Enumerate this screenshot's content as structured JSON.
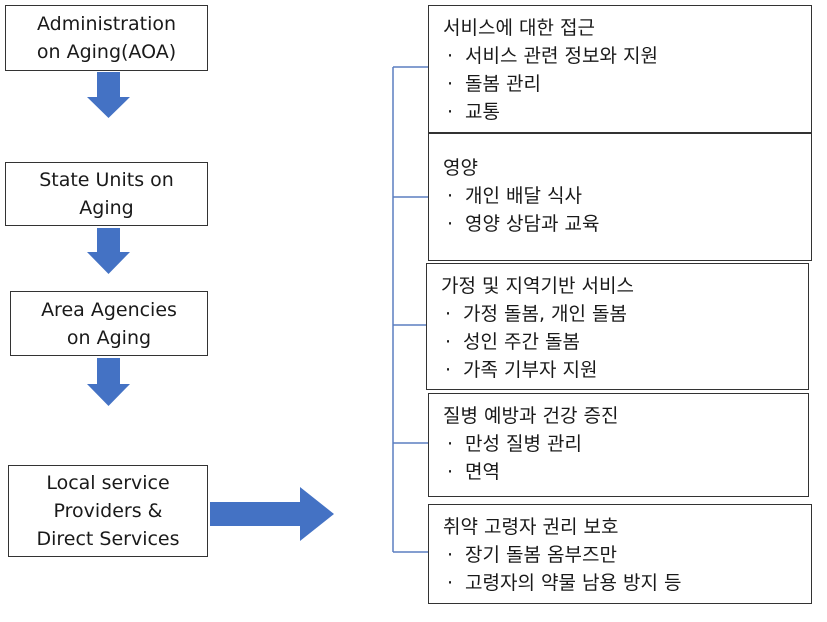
{
  "hierarchy": [
    {
      "id": "aoa",
      "lines": [
        "Administration",
        "on Aging(AOA)"
      ]
    },
    {
      "id": "state",
      "lines": [
        "State Units on",
        "Aging"
      ]
    },
    {
      "id": "area",
      "lines": [
        "Area Agencies",
        "on Aging"
      ]
    },
    {
      "id": "local",
      "lines": [
        "Local service",
        "Providers &",
        "Direct Services"
      ]
    }
  ],
  "services": [
    {
      "title": "서비스에 대한 접근",
      "items": [
        "서비스 관련 정보와 지원",
        "돌봄 관리",
        "교통"
      ]
    },
    {
      "title": "영양",
      "items": [
        "개인 배달 식사",
        "영양 상담과 교육"
      ]
    },
    {
      "title": "가정 및 지역기반 서비스",
      "items": [
        "가정 돌봄, 개인 돌봄",
        "성인 주간 돌봄",
        "가족 기부자 지원"
      ]
    },
    {
      "title": "질병 예방과 건강 증진",
      "items": [
        "만성 질병 관리",
        "면역"
      ]
    },
    {
      "title": "취약 고령자 권리 보호",
      "items": [
        "장기 돌봄 옴부즈만",
        "고령자의 약물 남용 방지 등"
      ]
    }
  ],
  "colors": {
    "arrow": "#4472C4",
    "bracket": "#5B7FC0",
    "border": "#333333"
  }
}
